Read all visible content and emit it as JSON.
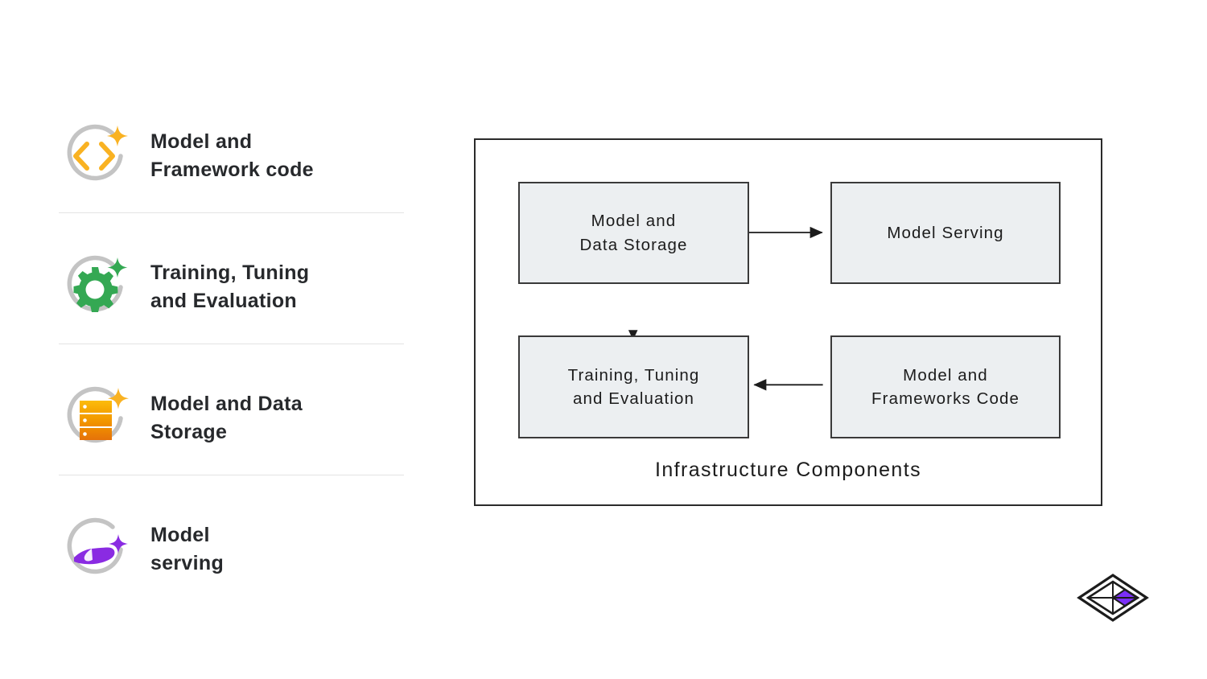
{
  "sidebar": {
    "items": [
      {
        "label": "Model and\nFramework code",
        "icon": "code-brackets-sparkle-icon",
        "color": "#f9b222"
      },
      {
        "label": "Training, Tuning\nand Evaluation",
        "icon": "gear-sparkle-icon",
        "color": "#34a853"
      },
      {
        "label": "Model and Data\nStorage",
        "icon": "server-rack-sparkle-icon",
        "color": "#ef7d00"
      },
      {
        "label": "Model\nserving",
        "icon": "hand-serving-sparkle-icon",
        "color": "#8a2be2"
      }
    ],
    "ring_color": "#c4c4c4"
  },
  "diagram": {
    "caption": "Infrastructure Components",
    "boxes": [
      {
        "id": "storage",
        "label": "Model and\nData Storage"
      },
      {
        "id": "serving",
        "label": "Model Serving"
      },
      {
        "id": "training",
        "label": "Training, Tuning\nand Evaluation"
      },
      {
        "id": "frameworks",
        "label": "Model and\nFrameworks Code"
      }
    ],
    "connections": [
      {
        "from": "storage",
        "to": "serving",
        "direction": "right"
      },
      {
        "from": "storage",
        "to": "training",
        "direction": "bidirectional-vertical"
      },
      {
        "from": "frameworks",
        "to": "training",
        "direction": "left"
      }
    ],
    "box_fill": "#eceff1",
    "box_border": "#3a3a3a",
    "frame_border": "#2b2b2b"
  },
  "logo": {
    "name": "isometric-diamond-grid-logo",
    "accent_color": "#7b2ff7",
    "outline_color": "#1c1c1c"
  }
}
